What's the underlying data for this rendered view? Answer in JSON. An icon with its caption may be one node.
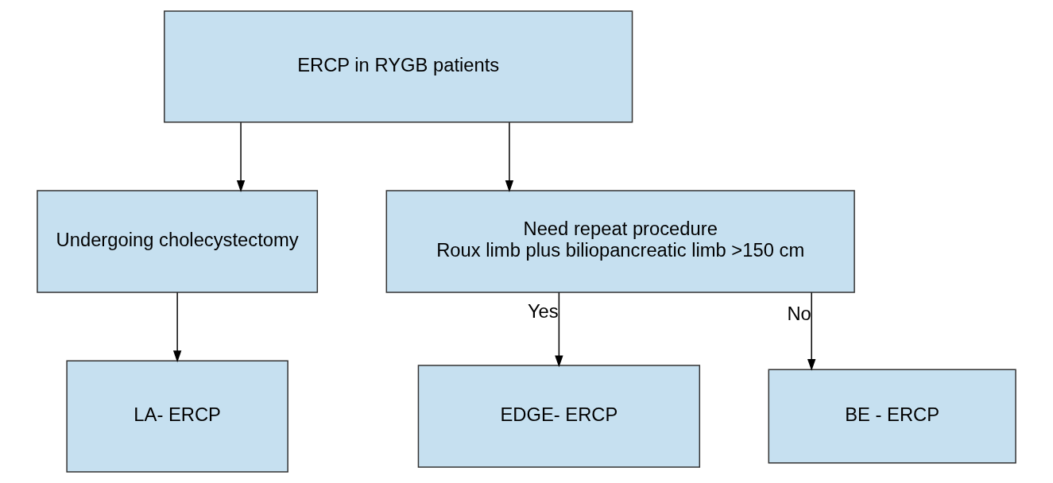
{
  "diagram": {
    "nodes": [
      {
        "text": [
          "ERCP in RYGB patients"
        ]
      },
      {
        "text": [
          "Undergoing cholecystectomy"
        ]
      },
      {
        "text": [
          "Need repeat procedure",
          "Roux limb plus biliopancreatic limb >150 cm"
        ]
      },
      {
        "text": [
          "LA- ERCP"
        ]
      },
      {
        "text": [
          "EDGE- ERCP"
        ]
      },
      {
        "text": [
          "BE - ERCP"
        ]
      }
    ],
    "edges": [
      {
        "from": 0,
        "to": 1,
        "arrow": "to"
      },
      {
        "from": 0,
        "to": 2,
        "arrow": "to"
      },
      {
        "from": 1,
        "to": 3,
        "arrow": "to"
      },
      {
        "from": 2,
        "to": 4,
        "arrow": "to",
        "label": "Yes"
      },
      {
        "from": 2,
        "to": 5,
        "arrow": "to",
        "label": "No"
      }
    ]
  }
}
